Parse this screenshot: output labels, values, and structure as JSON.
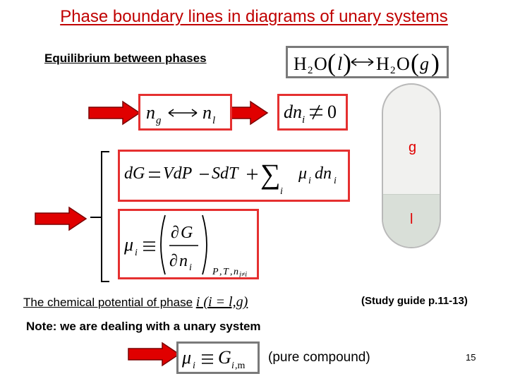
{
  "slide": {
    "title": "Phase boundary lines in diagrams of unary systems",
    "heading": "Equilibrium between phases",
    "tube_labels": {
      "gas": "g",
      "liquid": "l"
    },
    "chem_potential_text": "The chemical potential of phase",
    "chem_potential_phase": "i (i = l,g)",
    "study_guide": "(Study guide p.11-13)",
    "note": "Note: we are dealing with a unary system",
    "pure_compound": "(pure compound)",
    "page_number": "15"
  },
  "colors": {
    "title": "#c00000",
    "box_border": "#e53030",
    "arrow": "#e00000",
    "tube": "#d9dfd8"
  },
  "icons": [
    "right-arrow-icon",
    "bracket-icon",
    "test-tube-icon"
  ]
}
